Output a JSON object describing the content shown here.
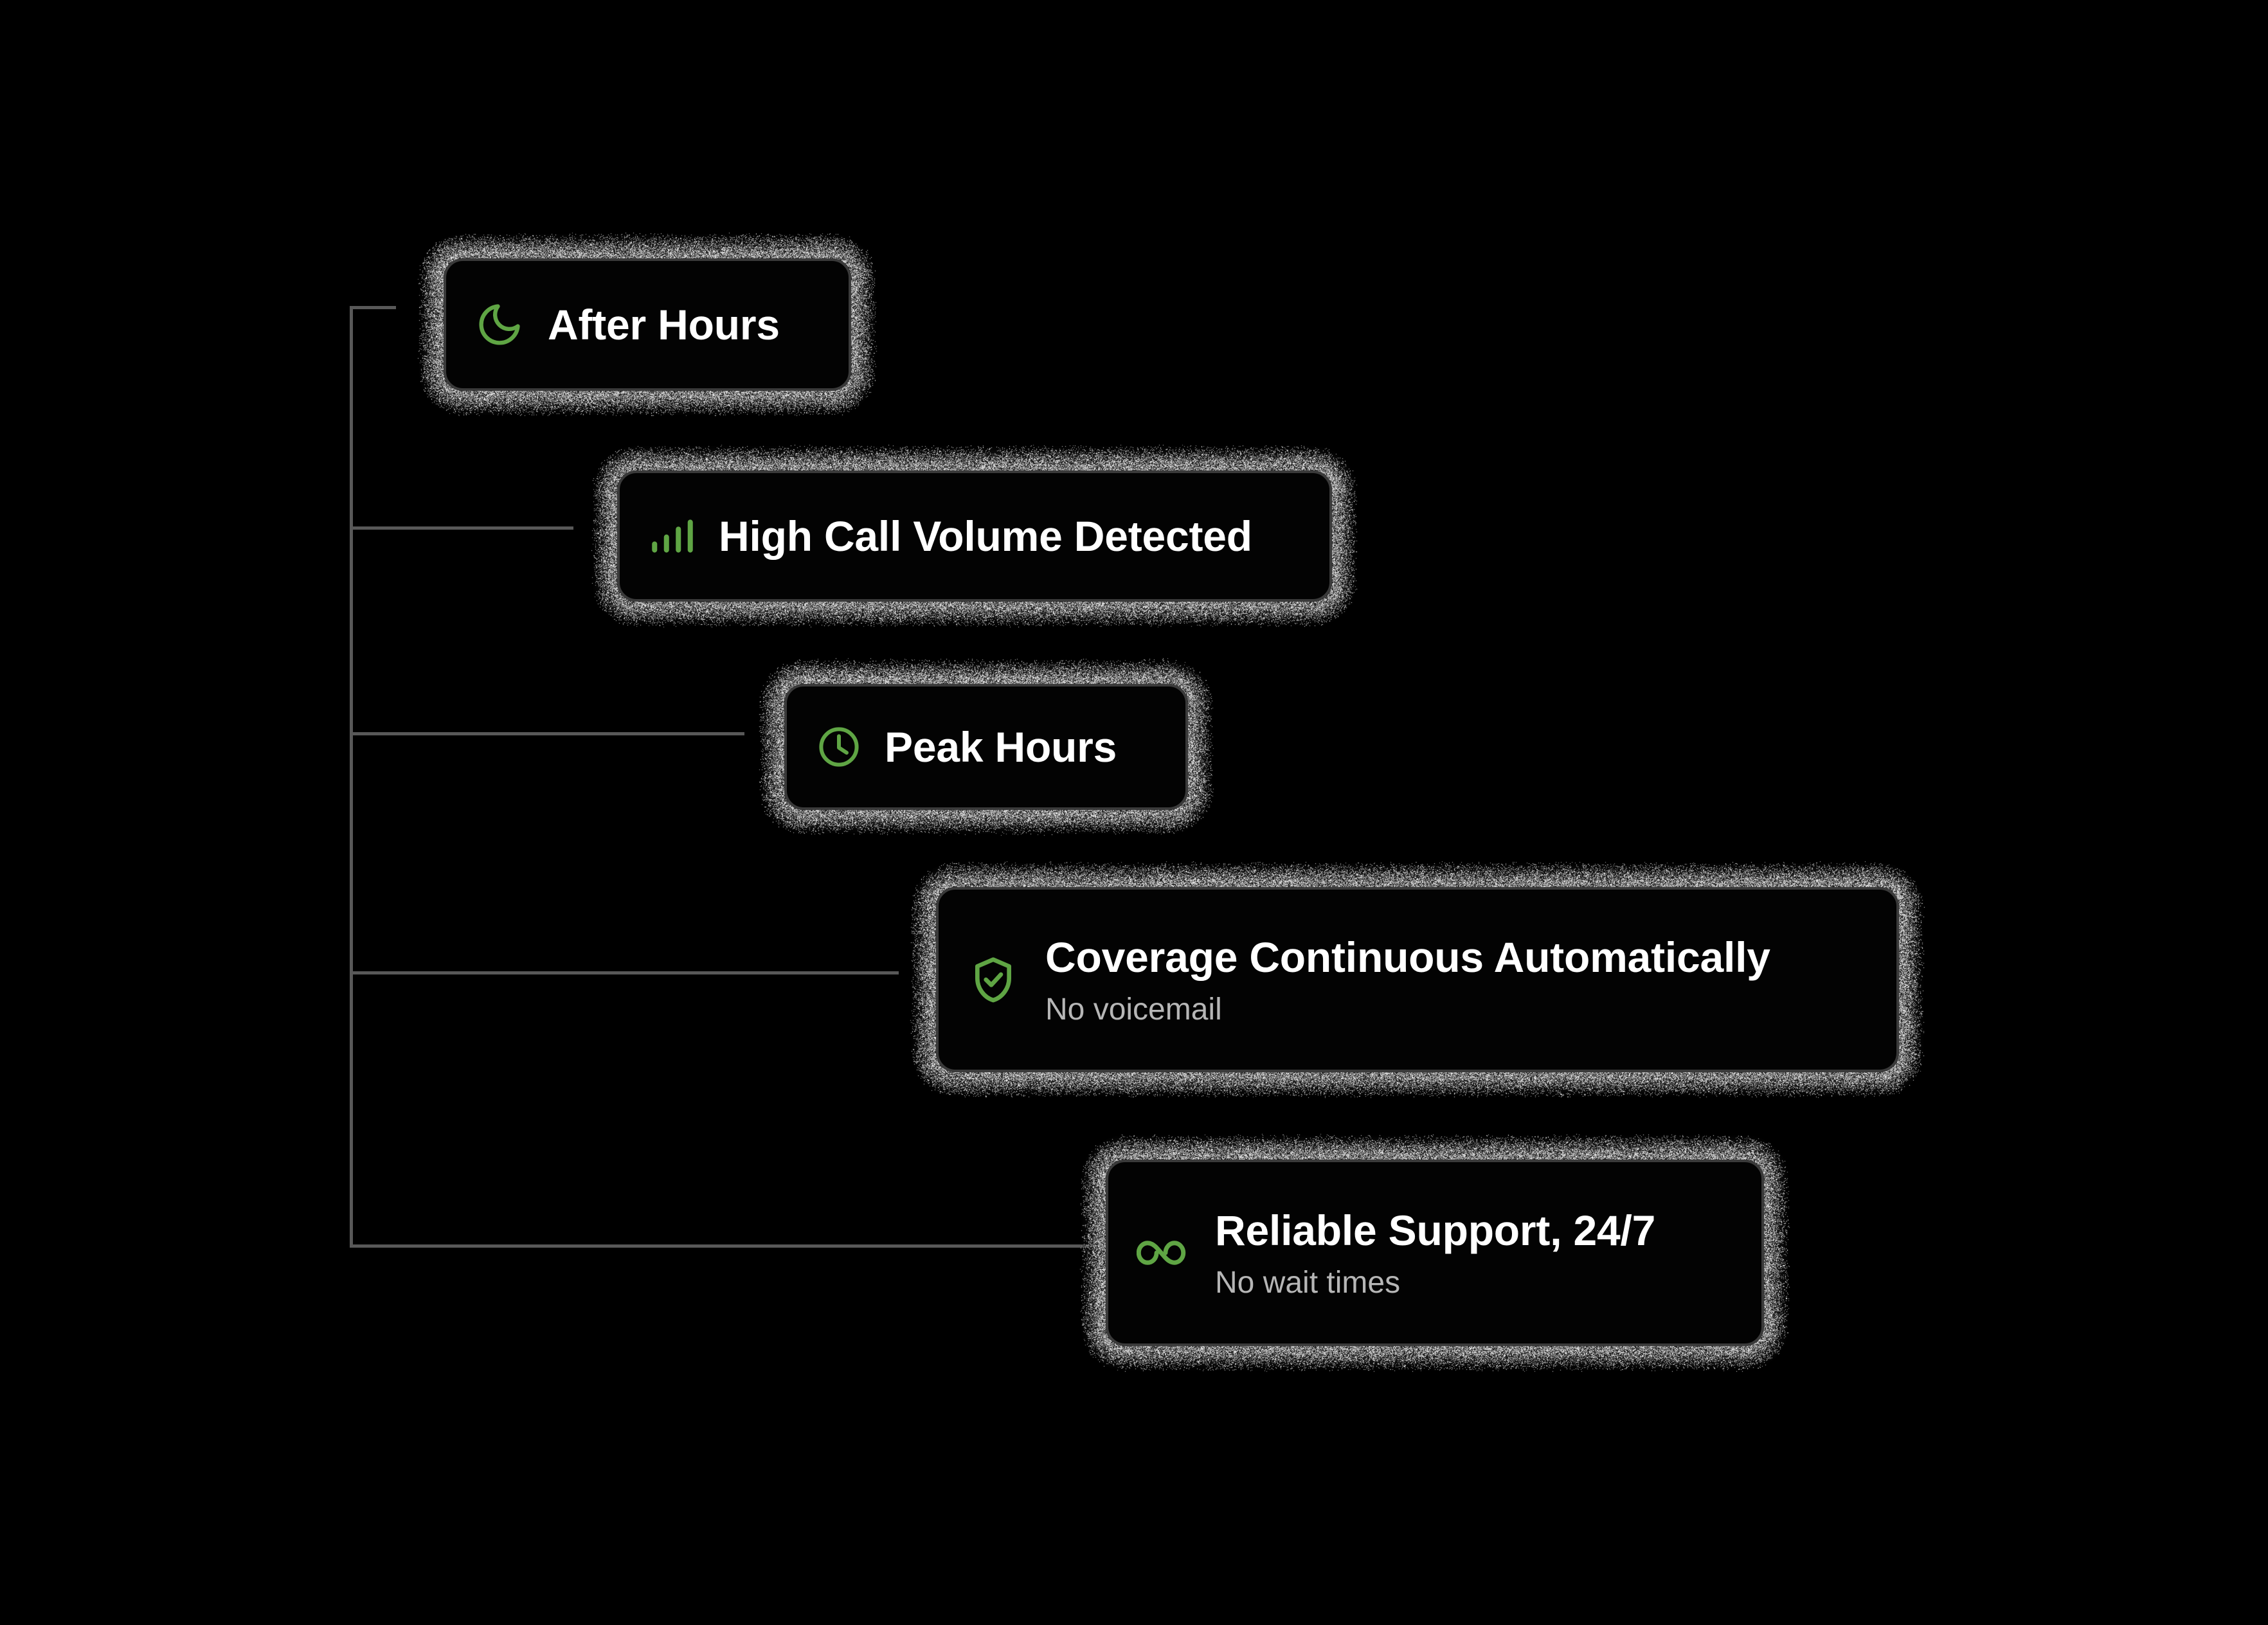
{
  "background_color": "#000000",
  "accent_color": "#5FA544",
  "title_color": "#FFFFFF",
  "subtitle_color": "#B6B6B6",
  "connector_color": "#585858",
  "card_border_color": "#3A3A3A",
  "cards": [
    {
      "id": "after-hours",
      "icon": "moon-icon",
      "title": "After Hours",
      "subtitle": ""
    },
    {
      "id": "high-call-volume",
      "icon": "signal-bars-icon",
      "title": "High Call Volume Detected",
      "subtitle": ""
    },
    {
      "id": "peak-hours",
      "icon": "clock-icon",
      "title": "Peak Hours",
      "subtitle": ""
    },
    {
      "id": "coverage-continuous",
      "icon": "shield-check-icon",
      "title": "Coverage Continuous Automatically",
      "subtitle": "No voicemail"
    },
    {
      "id": "reliable-support",
      "icon": "infinity-icon",
      "title": "Reliable Support, 24/7",
      "subtitle": "No wait times"
    }
  ]
}
